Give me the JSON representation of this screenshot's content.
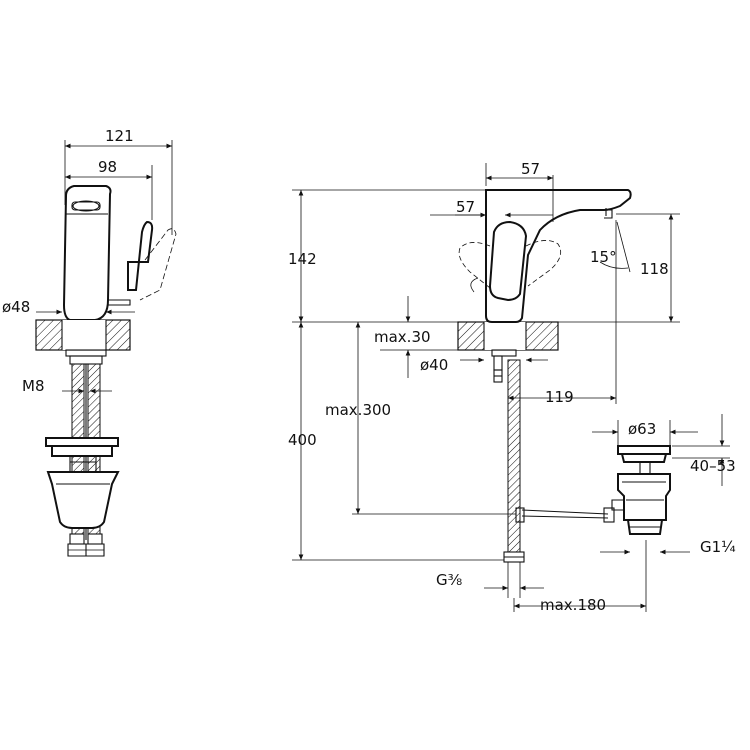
{
  "side_view": {
    "width_overall": "121",
    "width_handle": "98",
    "diameter_body": "ø48",
    "thread_stud": "M8"
  },
  "front_view": {
    "spout_length": "57",
    "handle_offset": "57",
    "angle": "15°",
    "height_total": "142",
    "spout_height": "118",
    "max_deck": "max.30",
    "hole_diameter": "ø40",
    "max_hose": "max.300",
    "spout_reach": "119",
    "hose_length": "400",
    "waste_diameter": "ø63",
    "waste_range": "40–53",
    "waste_thread": "G1¼",
    "inlet_thread": "G⅜",
    "max_rod": "max.180"
  },
  "colors": {
    "line": "#111111",
    "background": "#ffffff"
  }
}
